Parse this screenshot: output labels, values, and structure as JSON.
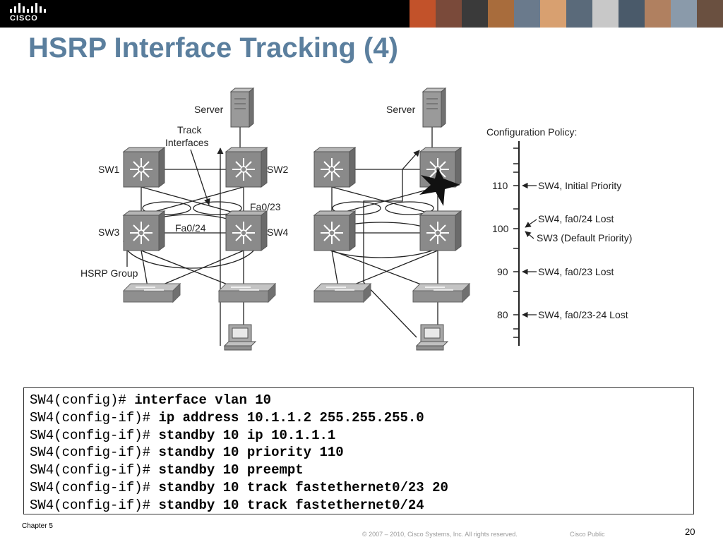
{
  "header": {
    "logo_text": "CISCO"
  },
  "slide": {
    "title": "HSRP Interface Tracking (4)"
  },
  "diagram_left": {
    "server": "Server",
    "track": "Track",
    "interfaces": "Interfaces",
    "sw1": "SW1",
    "sw2": "SW2",
    "sw3": "SW3",
    "sw4": "SW4",
    "fa023": "Fa0/23",
    "fa024": "Fa0/24",
    "hsrp_group": "HSRP Group"
  },
  "diagram_right": {
    "server": "Server"
  },
  "policy": {
    "title": "Configuration Policy:",
    "entries": [
      {
        "value": "110",
        "text": "SW4, Initial Priority"
      },
      {
        "value": "100",
        "text": "SW4, fa0/24 Lost"
      },
      {
        "value": "",
        "text": "SW3 (Default Priority)"
      },
      {
        "value": "90",
        "text": "SW4, fa0/23 Lost"
      },
      {
        "value": "80",
        "text": "SW4, fa0/23-24 Lost"
      }
    ]
  },
  "config": [
    {
      "prompt": "SW4(config)#",
      "cmd": "interface vlan 10"
    },
    {
      "prompt": "SW4(config-if)#",
      "cmd": "ip address 10.1.1.2 255.255.255.0"
    },
    {
      "prompt": "SW4(config-if)#",
      "cmd": "standby 10 ip 10.1.1.1"
    },
    {
      "prompt": "SW4(config-if)#",
      "cmd": "standby 10 priority 110"
    },
    {
      "prompt": "SW4(config-if)#",
      "cmd": "standby 10 preempt"
    },
    {
      "prompt": "SW4(config-if)#",
      "cmd": "standby 10 track fastethernet0/23 20"
    },
    {
      "prompt": "SW4(config-if)#",
      "cmd": "standby 10 track fastethernet0/24"
    }
  ],
  "footer": {
    "chapter": "Chapter 5",
    "copyright": "© 2007 – 2010, Cisco Systems, Inc. All rights reserved.",
    "classification": "Cisco Public",
    "page": "20"
  },
  "colors": {
    "title": "#5b7f9e",
    "switch": "#8a8a8a",
    "topbar": "#000000"
  }
}
